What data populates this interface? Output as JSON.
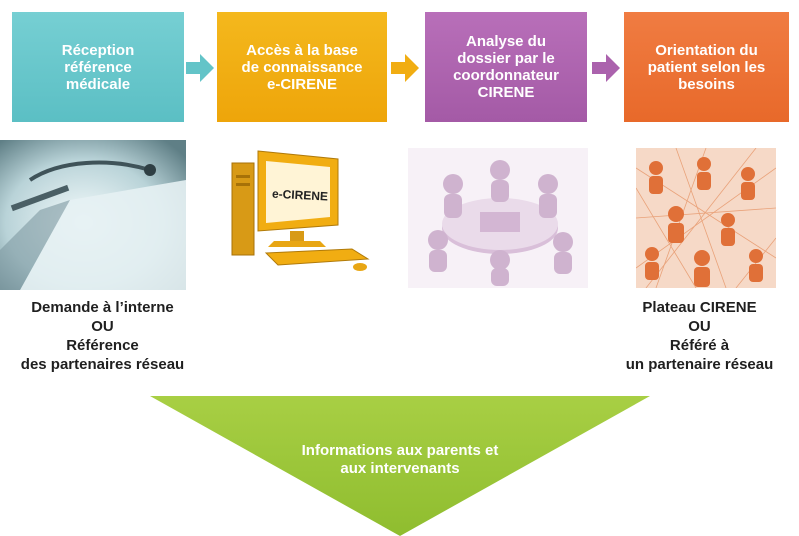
{
  "steps": [
    {
      "label": "Réception\nréférence\nmédicale",
      "color": "#63c4c8"
    },
    {
      "label": "Accès à la base\nde connaissance\ne-CIRENE",
      "color": "#f1ad12"
    },
    {
      "label": "Analyse du\ndossier par le\ncoordonnateur\nCIRENE",
      "color": "#ab62ad"
    },
    {
      "label": "Orientation du\npatient selon les\nbesoins",
      "color": "#ec7236"
    }
  ],
  "arrow_colors": [
    "#63c4c8",
    "#f1ad12",
    "#ab62ad"
  ],
  "computer_screen_label": "e-CIRENE",
  "caption_left": "Demande à l’interne\nOU\nRéférence\ndes partenaires réseau",
  "caption_right": "Plateau CIRENE\nOU\nRéféré à\nun partenaire réseau",
  "info_box": {
    "label": "Informations aux parents et\naux intervenants",
    "color": "#9dc73a"
  }
}
